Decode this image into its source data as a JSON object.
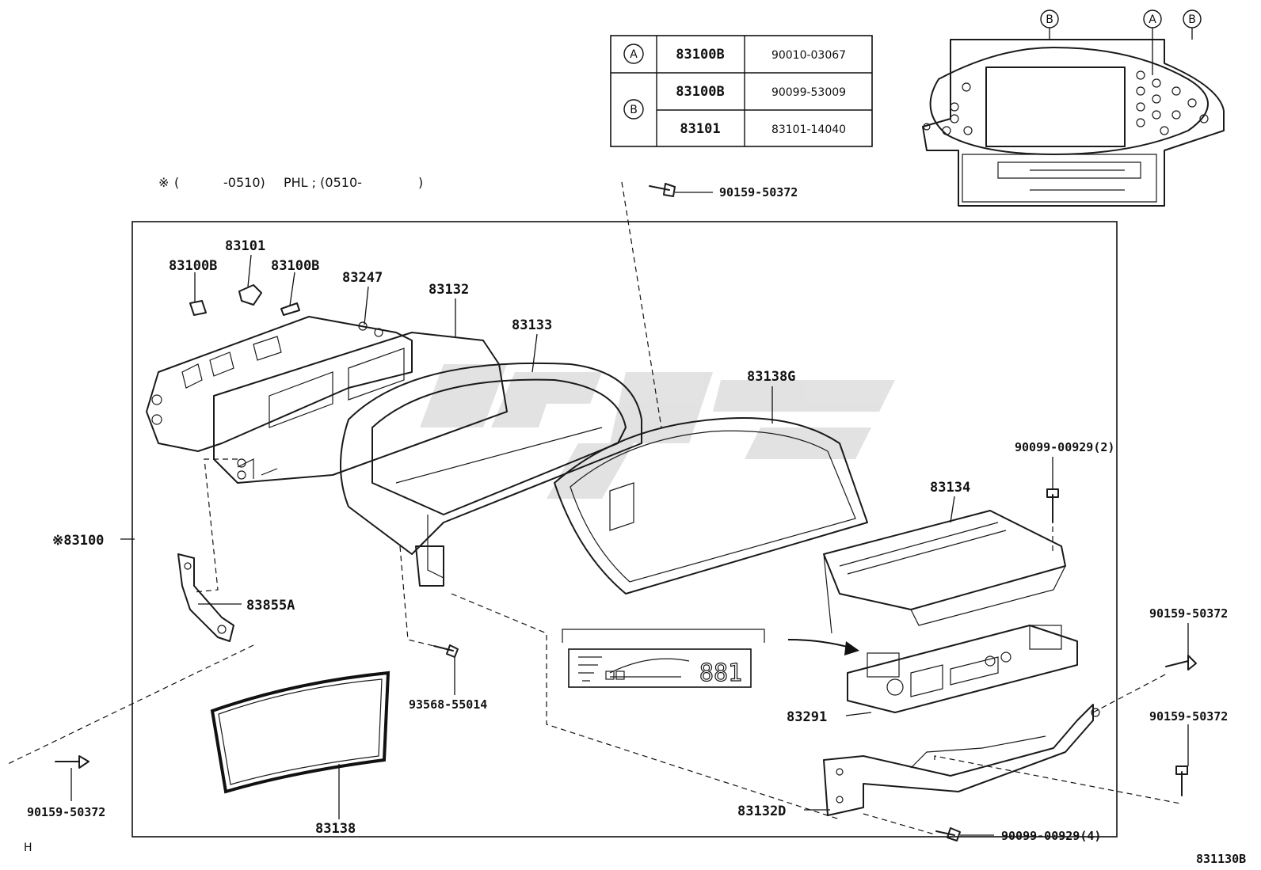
{
  "diagram_code": "831130B",
  "corner_mark": "H",
  "applicability_note": {
    "mark": "※",
    "open_paren": "(",
    "before": "-0510)",
    "middle": "PHL ; (0510-",
    "close_paren": ")"
  },
  "reference_table": {
    "rows": [
      {
        "key": "A",
        "code": "83100B",
        "part_no": "90010-03067"
      },
      {
        "key": "B",
        "code": "83100B",
        "part_no": "90099-53009"
      },
      {
        "key": "",
        "code": "83101",
        "part_no": "83101-14040"
      }
    ]
  },
  "inset_view_markers": [
    "B",
    "A",
    "B"
  ],
  "callouts": [
    {
      "id": "screw-top",
      "text": "90159-50372"
    },
    {
      "id": "83101",
      "text": "83101"
    },
    {
      "id": "83100b-left",
      "text": "83100B"
    },
    {
      "id": "83100b-right",
      "text": "83100B"
    },
    {
      "id": "83247",
      "text": "83247"
    },
    {
      "id": "83132",
      "text": "83132"
    },
    {
      "id": "83133",
      "text": "83133"
    },
    {
      "id": "83138g",
      "text": "83138G"
    },
    {
      "id": "90099-2",
      "text": "90099-00929(2)"
    },
    {
      "id": "83134",
      "text": "83134"
    },
    {
      "id": "83100",
      "text": "※83100"
    },
    {
      "id": "83855a",
      "text": "83855A"
    },
    {
      "id": "90159-right-1",
      "text": "90159-50372"
    },
    {
      "id": "90159-right-2",
      "text": "90159-50372"
    },
    {
      "id": "83291",
      "text": "83291"
    },
    {
      "id": "93568",
      "text": "93568-55014"
    },
    {
      "id": "83132d",
      "text": "83132D"
    },
    {
      "id": "90099-4",
      "text": "90099-00929(4)"
    },
    {
      "id": "90159-left",
      "text": "90159-50372"
    },
    {
      "id": "83138",
      "text": "83138"
    }
  ],
  "lcd_display": {
    "digits": "881"
  }
}
